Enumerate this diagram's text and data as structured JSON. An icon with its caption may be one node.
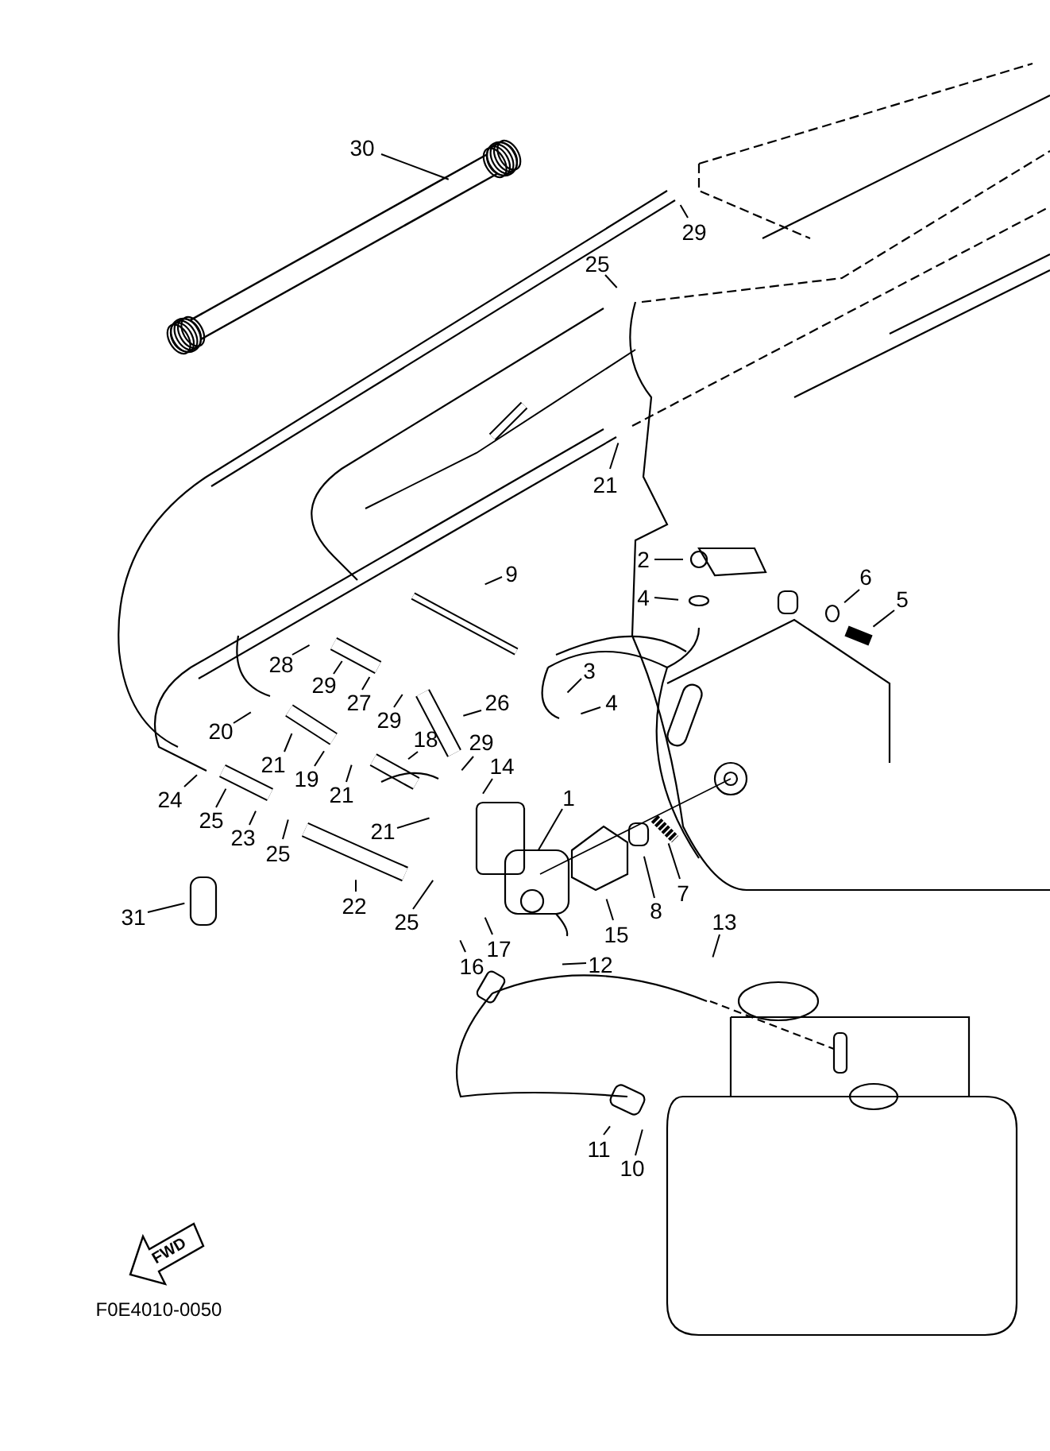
{
  "diagram": {
    "nodes": [
      {
        "text": [
          "30"
        ]
      },
      {
        "text": [
          "29"
        ]
      },
      {
        "text": [
          "25"
        ]
      },
      {
        "text": [
          "21"
        ]
      },
      {
        "text": [
          "2"
        ]
      },
      {
        "text": [
          "4"
        ]
      },
      {
        "text": [
          "6"
        ]
      },
      {
        "text": [
          "5"
        ]
      },
      {
        "text": [
          "9"
        ]
      },
      {
        "text": [
          "3"
        ]
      },
      {
        "text": [
          "4"
        ]
      },
      {
        "text": [
          "28"
        ]
      },
      {
        "text": [
          "29"
        ]
      },
      {
        "text": [
          "27"
        ]
      },
      {
        "text": [
          "29"
        ]
      },
      {
        "text": [
          "26"
        ]
      },
      {
        "text": [
          "20"
        ]
      },
      {
        "text": [
          "21"
        ]
      },
      {
        "text": [
          "19"
        ]
      },
      {
        "text": [
          "21"
        ]
      },
      {
        "text": [
          "18"
        ]
      },
      {
        "text": [
          "29"
        ]
      },
      {
        "text": [
          "14"
        ]
      },
      {
        "text": [
          "1"
        ]
      },
      {
        "text": [
          "24"
        ]
      },
      {
        "text": [
          "25"
        ]
      },
      {
        "text": [
          "23"
        ]
      },
      {
        "text": [
          "25"
        ]
      },
      {
        "text": [
          "21"
        ]
      },
      {
        "text": [
          "22"
        ]
      },
      {
        "text": [
          "31"
        ]
      },
      {
        "text": [
          "25"
        ]
      },
      {
        "text": [
          "15"
        ]
      },
      {
        "text": [
          "8"
        ]
      },
      {
        "text": [
          "7"
        ]
      },
      {
        "text": [
          "13"
        ]
      },
      {
        "text": [
          "16"
        ]
      },
      {
        "text": [
          "17"
        ]
      },
      {
        "text": [
          "12"
        ]
      },
      {
        "text": [
          "11"
        ]
      },
      {
        "text": [
          "10"
        ]
      }
    ],
    "edges": [
      {
        "from": 0,
        "to": null,
        "arrow": "none"
      },
      {
        "from": 1,
        "to": null,
        "arrow": "none"
      },
      {
        "from": 2,
        "to": null,
        "arrow": "none"
      },
      {
        "from": 3,
        "to": null,
        "arrow": "none"
      },
      {
        "from": 4,
        "to": null,
        "arrow": "none"
      },
      {
        "from": 5,
        "to": null,
        "arrow": "none"
      },
      {
        "from": 6,
        "to": null,
        "arrow": "none"
      },
      {
        "from": 7,
        "to": null,
        "arrow": "none"
      },
      {
        "from": 8,
        "to": null,
        "arrow": "none"
      },
      {
        "from": 9,
        "to": null,
        "arrow": "none"
      },
      {
        "from": 10,
        "to": null,
        "arrow": "none"
      },
      {
        "from": 11,
        "to": null,
        "arrow": "none"
      },
      {
        "from": 12,
        "to": null,
        "arrow": "none"
      },
      {
        "from": 13,
        "to": null,
        "arrow": "none"
      },
      {
        "from": 14,
        "to": null,
        "arrow": "none"
      },
      {
        "from": 15,
        "to": null,
        "arrow": "none"
      },
      {
        "from": 16,
        "to": null,
        "arrow": "none"
      },
      {
        "from": 17,
        "to": null,
        "arrow": "none"
      },
      {
        "from": 18,
        "to": null,
        "arrow": "none"
      },
      {
        "from": 19,
        "to": null,
        "arrow": "none"
      },
      {
        "from": 20,
        "to": null,
        "arrow": "none"
      },
      {
        "from": 21,
        "to": null,
        "arrow": "none"
      },
      {
        "from": 22,
        "to": null,
        "arrow": "none"
      },
      {
        "from": 23,
        "to": null,
        "arrow": "none"
      },
      {
        "from": 24,
        "to": null,
        "arrow": "none"
      },
      {
        "from": 25,
        "to": null,
        "arrow": "none"
      },
      {
        "from": 26,
        "to": null,
        "arrow": "none"
      },
      {
        "from": 27,
        "to": null,
        "arrow": "none"
      },
      {
        "from": 28,
        "to": null,
        "arrow": "none"
      },
      {
        "from": 29,
        "to": null,
        "arrow": "none"
      },
      {
        "from": 30,
        "to": null,
        "arrow": "none"
      },
      {
        "from": 31,
        "to": null,
        "arrow": "none"
      },
      {
        "from": 32,
        "to": null,
        "arrow": "none"
      },
      {
        "from": 33,
        "to": null,
        "arrow": "none"
      },
      {
        "from": 34,
        "to": null,
        "arrow": "none"
      },
      {
        "from": 35,
        "to": null,
        "arrow": "none"
      },
      {
        "from": 36,
        "to": null,
        "arrow": "none"
      },
      {
        "from": 37,
        "to": null,
        "arrow": "none"
      },
      {
        "from": 38,
        "to": null,
        "arrow": "none"
      },
      {
        "from": 39,
        "to": null,
        "arrow": "none"
      },
      {
        "from": 40,
        "to": null,
        "arrow": "none"
      }
    ],
    "labels": [
      "FWD",
      "F0E4010-0050"
    ]
  }
}
